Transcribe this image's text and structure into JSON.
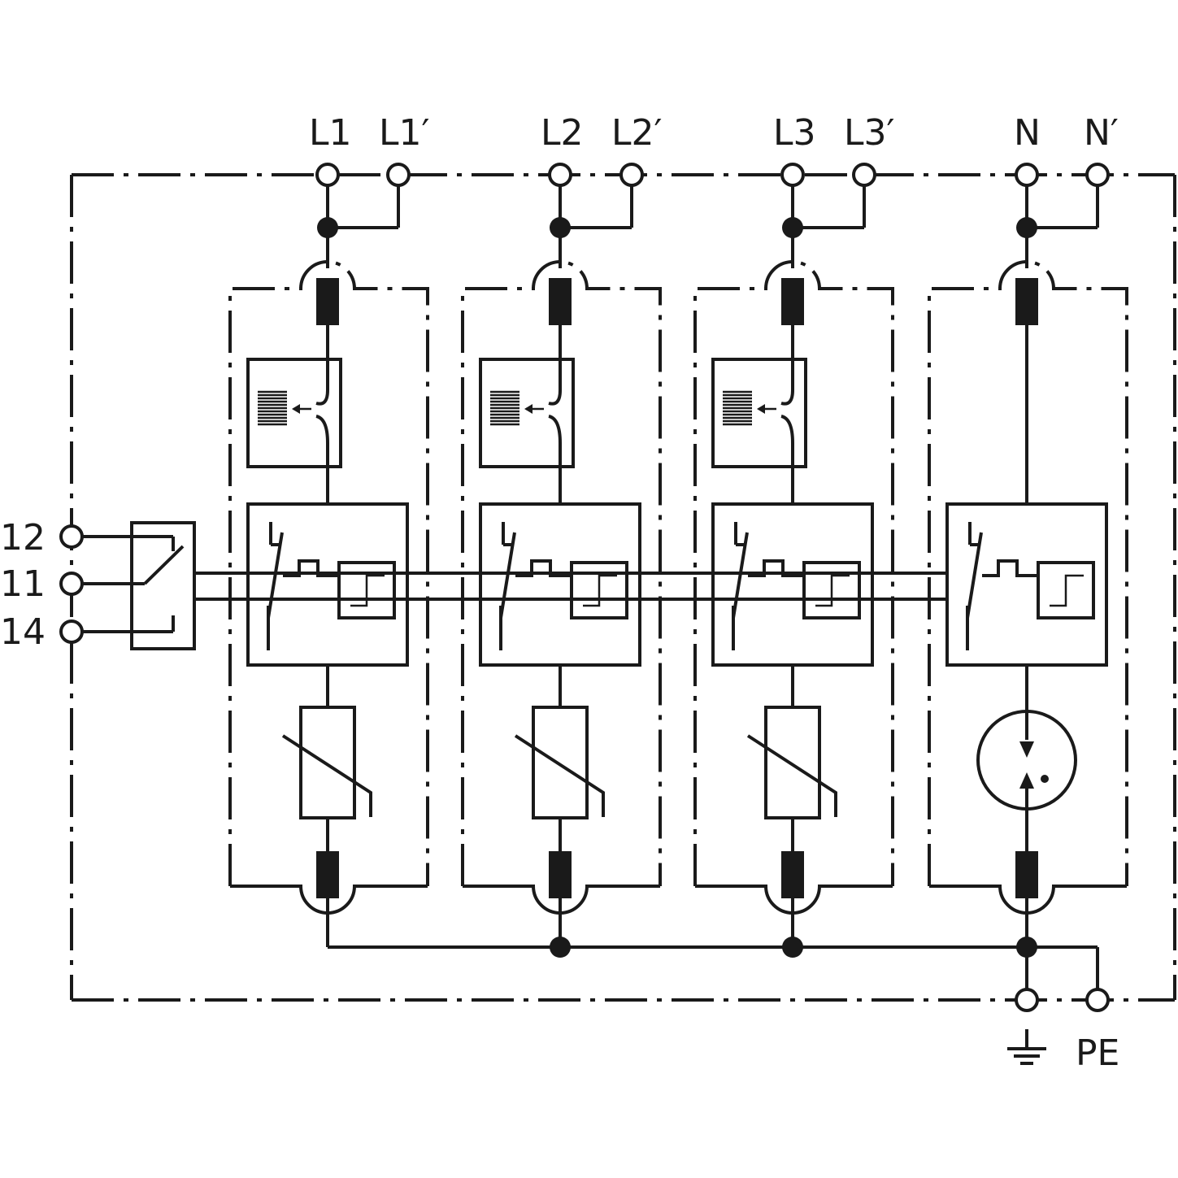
{
  "terminals": {
    "top": [
      {
        "id": "L1",
        "label": "L1",
        "prime": "L1′"
      },
      {
        "id": "L2",
        "label": "L2",
        "prime": "L2′"
      },
      {
        "id": "L3",
        "label": "L3",
        "prime": "L3′"
      },
      {
        "id": "N",
        "label": "N",
        "prime": "N′"
      }
    ],
    "remote_signal": [
      "12",
      "11",
      "14"
    ],
    "earth": {
      "pe_label": "PE",
      "earth_symbol": "earth-ground-icon"
    }
  },
  "colors": {
    "ink": "#1a1a1a",
    "background": "#ffffff"
  }
}
